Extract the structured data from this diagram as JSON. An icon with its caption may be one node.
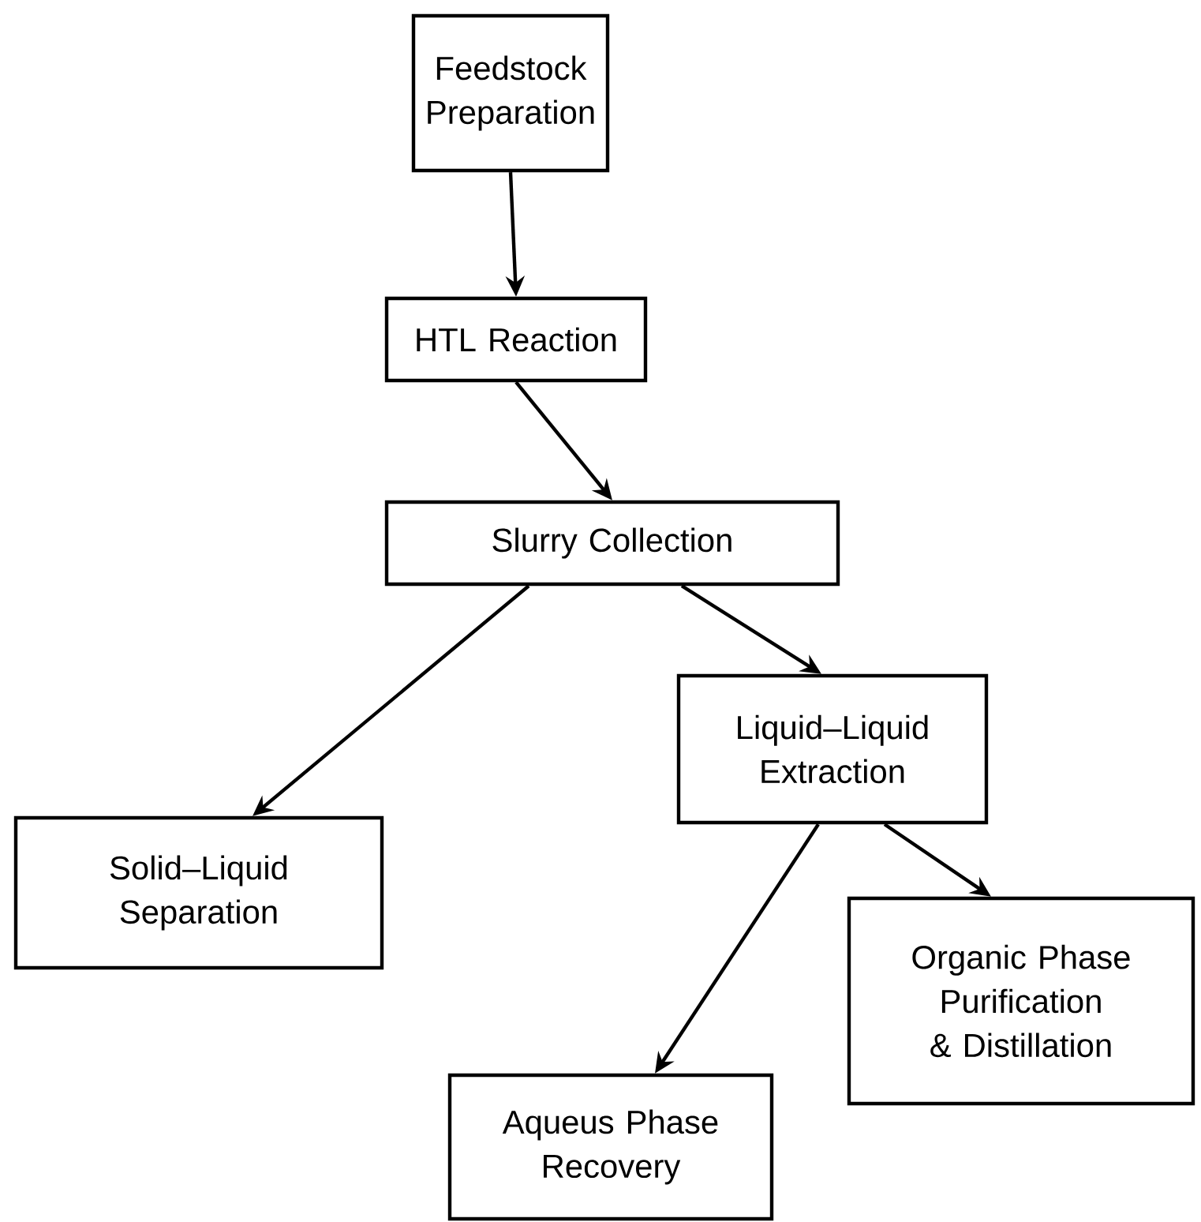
{
  "diagram": {
    "nodes": [
      {
        "text": [
          "Feedstock Preparation"
        ]
      },
      {
        "text": [
          "HTL Reaction"
        ]
      },
      {
        "text": [
          "Slurry Collection"
        ]
      },
      {
        "text": [
          "Liquid–Liquid Extraction"
        ]
      },
      {
        "text": [
          "Solid–Liquid Separation"
        ]
      },
      {
        "text": [
          "Organic Phase Purification & Distillation"
        ]
      },
      {
        "text": [
          "Aqueus Phase Recovery"
        ]
      }
    ],
    "edges": [
      {
        "from": 0,
        "to": 1,
        "arrow": "to"
      },
      {
        "from": 1,
        "to": 2,
        "arrow": "to"
      },
      {
        "from": 2,
        "to": 4,
        "arrow": "to"
      },
      {
        "from": 2,
        "to": 3,
        "arrow": "to"
      },
      {
        "from": 3,
        "to": 6,
        "arrow": "to"
      },
      {
        "from": 3,
        "to": 5,
        "arrow": "to"
      }
    ]
  }
}
